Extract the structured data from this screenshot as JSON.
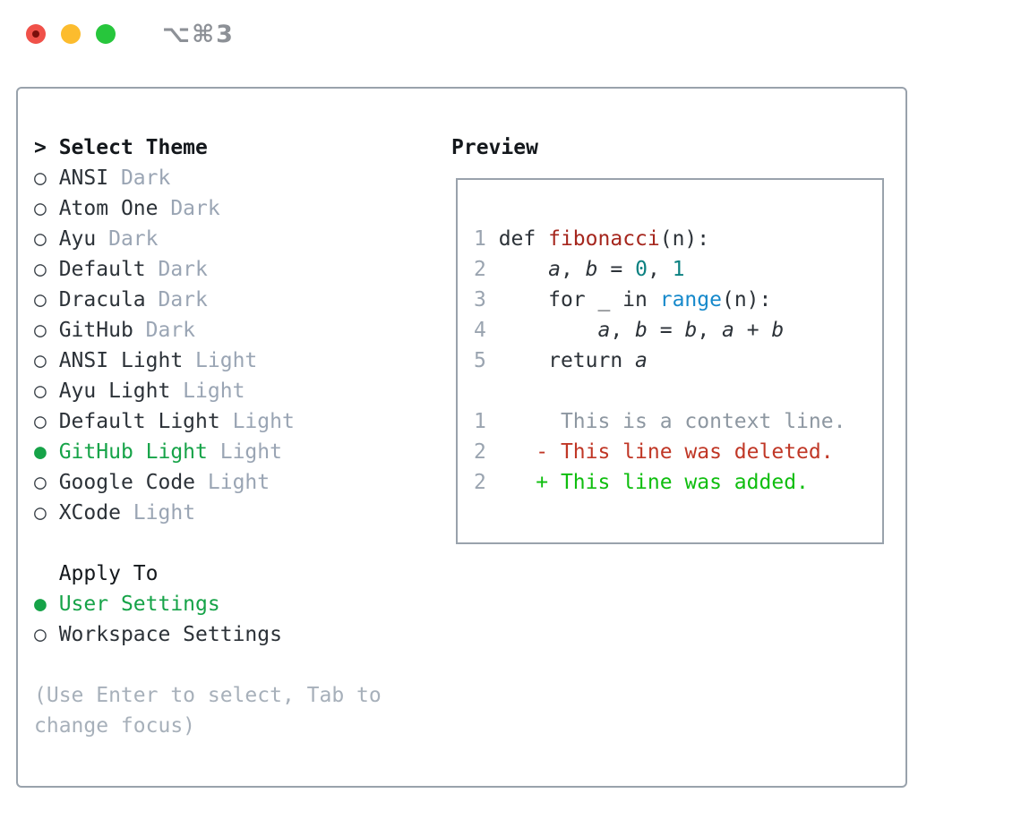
{
  "window": {
    "title_shortcut": "⌥⌘3"
  },
  "colors": {
    "selection_green": "#16a348",
    "added_green": "#0fbe0f",
    "deleted_red": "#c03726",
    "function_red": "#a5261d",
    "builtin_blue": "#1689cb",
    "number_teal": "#0c8181",
    "text_dark": "#2c3238",
    "muted_gray": "#9aa5b4",
    "border_gray": "#99a2ac",
    "traffic_red": "#f05149",
    "traffic_yellow": "#fcbc2e",
    "traffic_green": "#27c63c"
  },
  "theme_panel": {
    "header": {
      "prefix": ">",
      "label": "Select Theme"
    },
    "items": [
      {
        "name": "ANSI",
        "variant": "Dark",
        "selected": false
      },
      {
        "name": "Atom One",
        "variant": "Dark",
        "selected": false
      },
      {
        "name": "Ayu",
        "variant": "Dark",
        "selected": false
      },
      {
        "name": "Default",
        "variant": "Dark",
        "selected": false
      },
      {
        "name": "Dracula",
        "variant": "Dark",
        "selected": false
      },
      {
        "name": "GitHub",
        "variant": "Dark",
        "selected": false
      },
      {
        "name": "ANSI Light",
        "variant": "Light",
        "selected": false
      },
      {
        "name": "Ayu Light",
        "variant": "Light",
        "selected": false
      },
      {
        "name": "Default Light",
        "variant": "Light",
        "selected": false
      },
      {
        "name": "GitHub Light",
        "variant": "Light",
        "selected": true
      },
      {
        "name": "Google Code",
        "variant": "Light",
        "selected": false
      },
      {
        "name": "XCode",
        "variant": "Light",
        "selected": false
      }
    ],
    "apply_to": {
      "label": "Apply To",
      "options": [
        {
          "name": "User Settings",
          "selected": true
        },
        {
          "name": "Workspace Settings",
          "selected": false
        }
      ]
    },
    "hint": "(Use Enter to select, Tab to change focus)"
  },
  "preview": {
    "title": "Preview",
    "code_lines": [
      {
        "num": "1",
        "segments": [
          {
            "text": " def ",
            "style": "code"
          },
          {
            "text": "fibonacci",
            "style": "func"
          },
          {
            "text": "(n):",
            "style": "code"
          }
        ]
      },
      {
        "num": "2",
        "segments": [
          {
            "text": "     ",
            "style": "code"
          },
          {
            "text": "a",
            "style": "var"
          },
          {
            "text": ", ",
            "style": "code"
          },
          {
            "text": "b",
            "style": "var"
          },
          {
            "text": " = ",
            "style": "code"
          },
          {
            "text": "0",
            "style": "num"
          },
          {
            "text": ", ",
            "style": "code"
          },
          {
            "text": "1",
            "style": "num"
          }
        ]
      },
      {
        "num": "3",
        "segments": [
          {
            "text": "     for _ in ",
            "style": "code"
          },
          {
            "text": "range",
            "style": "builtin"
          },
          {
            "text": "(n):",
            "style": "code"
          }
        ]
      },
      {
        "num": "4",
        "segments": [
          {
            "text": "         ",
            "style": "code"
          },
          {
            "text": "a",
            "style": "var"
          },
          {
            "text": ", ",
            "style": "code"
          },
          {
            "text": "b",
            "style": "var"
          },
          {
            "text": " = ",
            "style": "code"
          },
          {
            "text": "b",
            "style": "var"
          },
          {
            "text": ", ",
            "style": "code"
          },
          {
            "text": "a",
            "style": "var"
          },
          {
            "text": " + ",
            "style": "code"
          },
          {
            "text": "b",
            "style": "var"
          }
        ]
      },
      {
        "num": "5",
        "segments": [
          {
            "text": "     return ",
            "style": "code"
          },
          {
            "text": "a",
            "style": "var"
          }
        ]
      }
    ],
    "diff_lines": [
      {
        "num": "1",
        "segments": [
          {
            "text": "      This is a context line.",
            "style": "context"
          }
        ]
      },
      {
        "num": "2",
        "segments": [
          {
            "text": "    - This line was deleted.",
            "style": "deleted"
          }
        ]
      },
      {
        "num": "2",
        "segments": [
          {
            "text": "    + This line was added.",
            "style": "added"
          }
        ]
      }
    ]
  }
}
